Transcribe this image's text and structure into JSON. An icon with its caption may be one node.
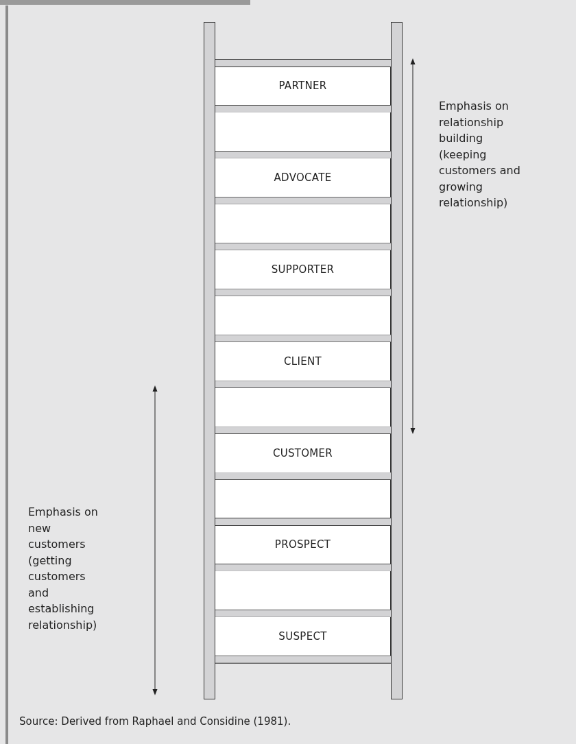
{
  "diagram": {
    "caption": "Source:  Derived from Raphael and Considine (1981).",
    "nodes": [
      {
        "text": [
          "PARTNER"
        ]
      },
      {
        "text": [],
        "shape": "box"
      },
      {
        "text": [
          "ADVOCATE"
        ]
      },
      {
        "text": [],
        "shape": "box"
      },
      {
        "text": [
          "SUPPORTER"
        ]
      },
      {
        "text": [],
        "shape": "box"
      },
      {
        "text": [
          "CLIENT"
        ]
      },
      {
        "text": [],
        "shape": "box"
      },
      {
        "text": [
          "CUSTOMER"
        ]
      },
      {
        "text": [],
        "shape": "box"
      },
      {
        "text": [
          "PROSPECT"
        ]
      },
      {
        "text": [],
        "shape": "box"
      },
      {
        "text": [
          "SUSPECT"
        ]
      }
    ],
    "labels": [
      "Emphasis on relationship building (keeping customers and growing relationship)",
      "Emphasis on new customers (getting customers and establishing relationship)"
    ]
  }
}
